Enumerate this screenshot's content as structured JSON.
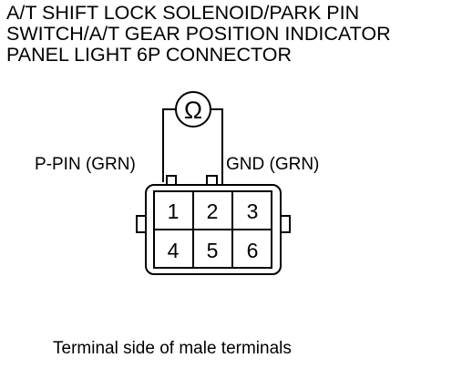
{
  "title_lines": [
    "A/T SHIFT LOCK SOLENOID/PARK PIN",
    "SWITCH/A/T GEAR POSITION INDICATOR",
    "PANEL LIGHT 6P CONNECTOR"
  ],
  "meter_symbol": "Ω",
  "probe_labels": {
    "left": "P-PIN (GRN)",
    "right": "GND (GRN)"
  },
  "pins": [
    "1",
    "2",
    "3",
    "4",
    "5",
    "6"
  ],
  "caption": "Terminal side of male terminals"
}
